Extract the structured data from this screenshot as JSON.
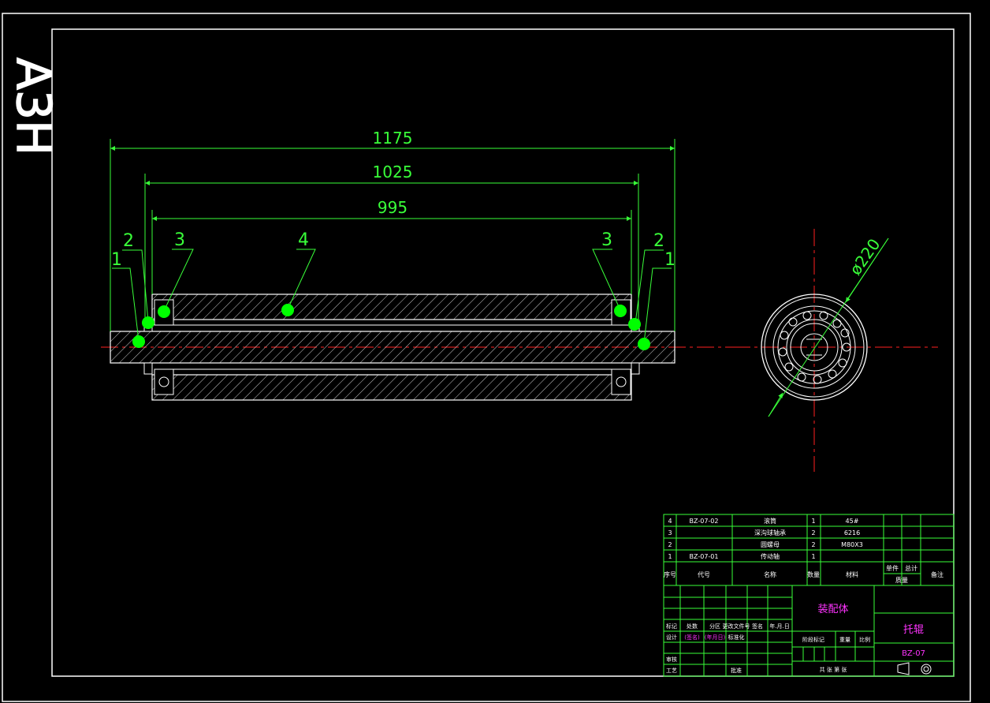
{
  "sheet": {
    "format_label": "A3H"
  },
  "dimensions": {
    "overall": "1175",
    "middle": "1025",
    "inner": "995",
    "diameter": "ø220"
  },
  "balloons": [
    "1",
    "2",
    "3",
    "4",
    "3",
    "2",
    "1"
  ],
  "parts_list": {
    "rows": [
      {
        "no": "4",
        "code": "BZ-07-02",
        "name": "滚筒",
        "qty": "1",
        "material": "45#"
      },
      {
        "no": "3",
        "code": "",
        "name": "深沟球轴承",
        "qty": "2",
        "material": "6216"
      },
      {
        "no": "2",
        "code": "",
        "name": "圆螺母",
        "qty": "2",
        "material": "M80X3"
      },
      {
        "no": "1",
        "code": "BZ-07-01",
        "name": "传动轴",
        "qty": "1",
        "material": ""
      }
    ],
    "header": {
      "no": "序号",
      "code": "代号",
      "name": "名称",
      "qty": "数量",
      "material": "材料",
      "unit_weight": "单件",
      "total_weight": "总计",
      "weight": "质量",
      "remarks": "备注"
    }
  },
  "title_block": {
    "assembly": "装配体",
    "part_name": "托辊",
    "drawing_no": "BZ-07",
    "rev_row": [
      "标记",
      "处数",
      "分区",
      "更改文件号",
      "签名",
      "年.月.日"
    ],
    "design_row": [
      "设计",
      "(签名)",
      "(年月日)",
      "标准化"
    ],
    "check": "审核",
    "process": "工艺",
    "approve": "批准",
    "stage_row": [
      "阶段标记",
      "重量",
      "比例"
    ],
    "sheet_row": "共 张 第 张"
  },
  "colors": {
    "frame": "#ffffff",
    "dimension": "#39ff39",
    "centerline": "#ff2020",
    "title": "#ff33ff",
    "marker": "#00ff00"
  }
}
